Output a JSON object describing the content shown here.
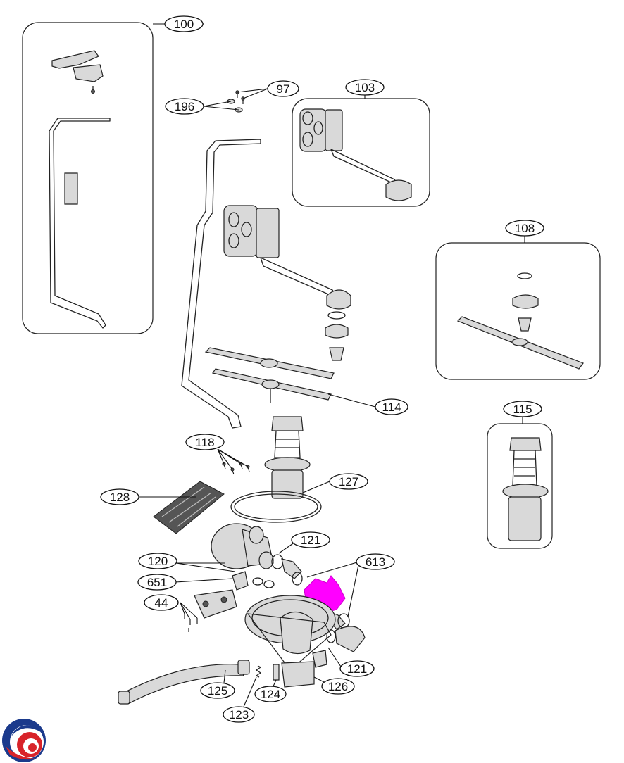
{
  "callouts": {
    "c100": "100",
    "c97": "97",
    "c196": "196",
    "c103": "103",
    "c108": "108",
    "c114": "114",
    "c115": "115",
    "c118": "118",
    "c127": "127",
    "c128": "128",
    "c121a": "121",
    "c120": "120",
    "c613": "613",
    "c651": "651",
    "c44": "44",
    "c121b": "121",
    "c125": "125",
    "c124": "124",
    "c126": "126",
    "c123": "123"
  },
  "highlight": {
    "part": "613",
    "color": "#ff00ff"
  },
  "logo": {
    "colors": [
      "#1b3a8c",
      "#d8232a"
    ]
  }
}
